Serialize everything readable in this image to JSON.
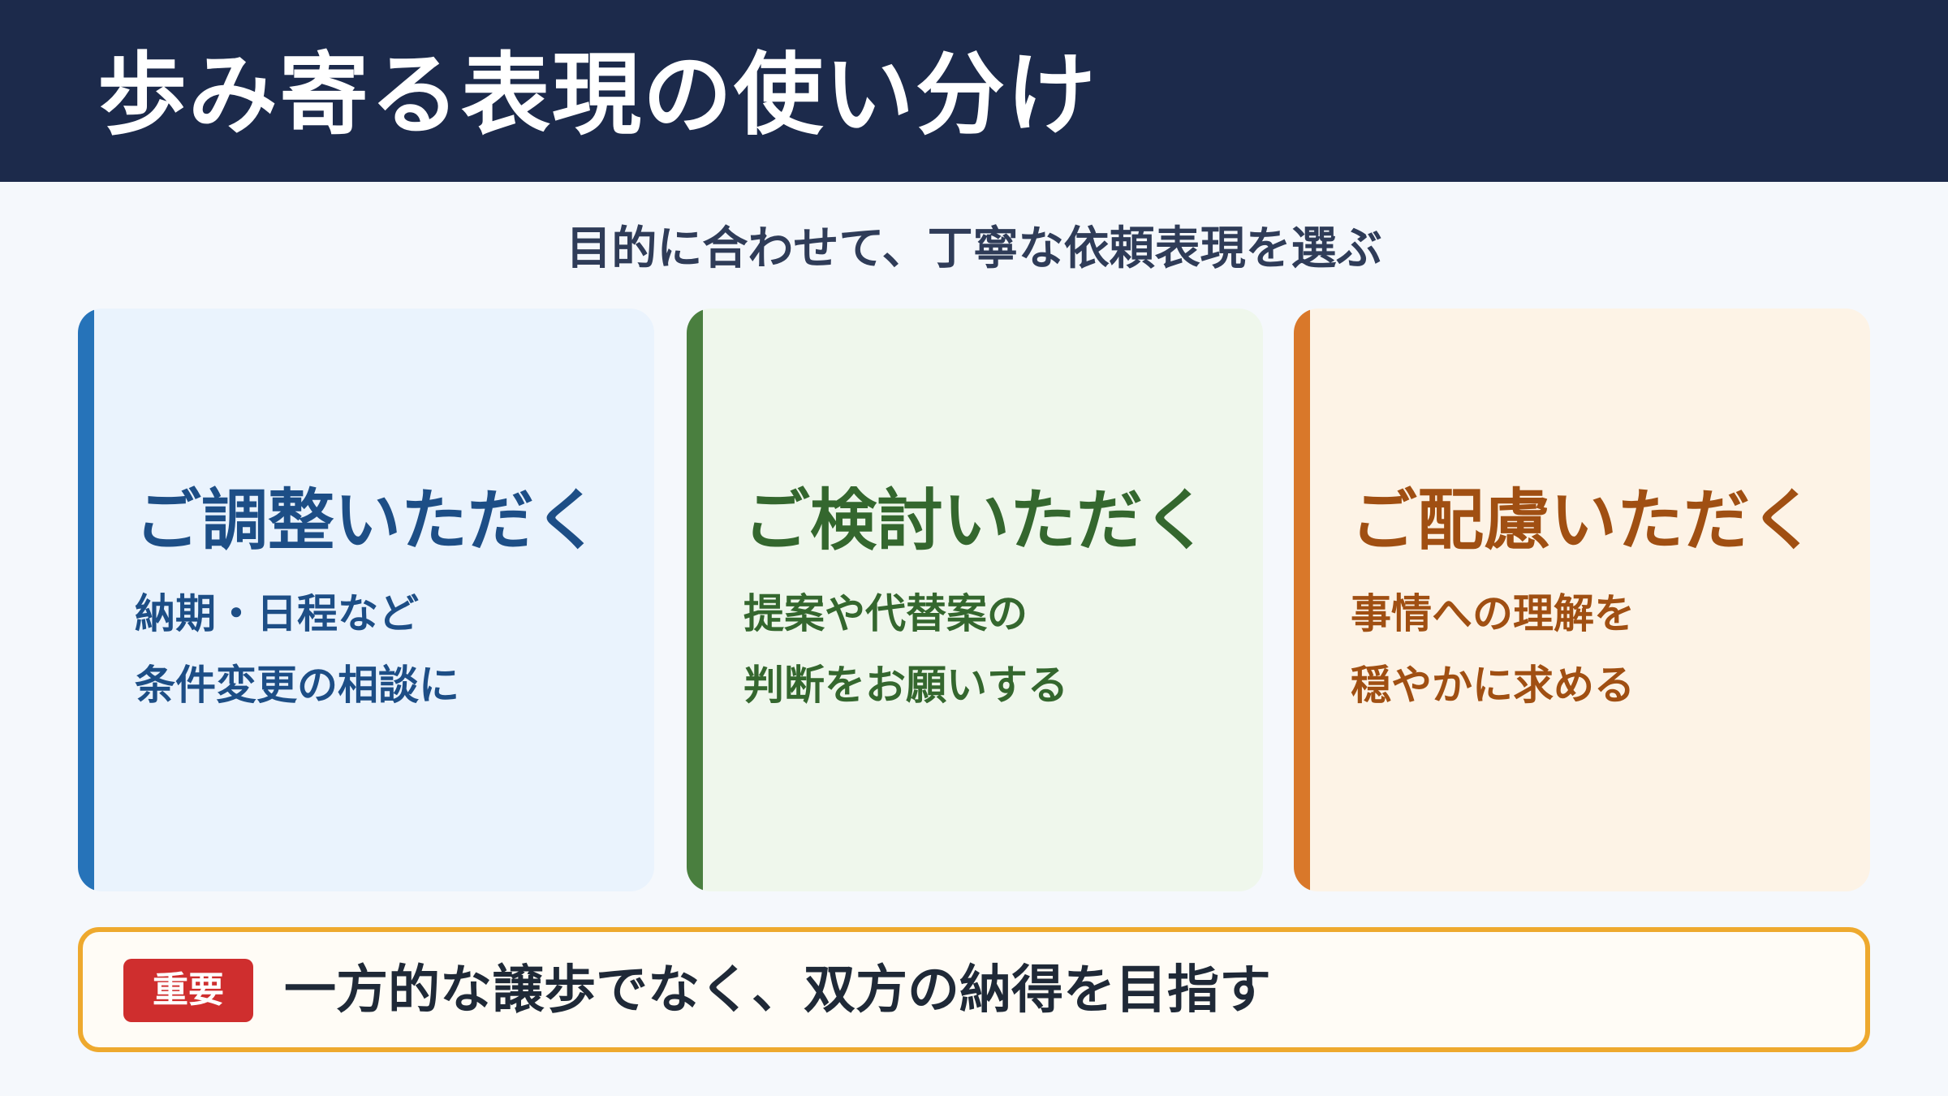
{
  "header": {
    "title": "歩み寄る表現の使い分け"
  },
  "subtitle": "目的に合わせて、丁寧な依頼表現を選ぶ",
  "cards": [
    {
      "heading": "ご調整いただく",
      "line1": "納期・日程など",
      "line2": "条件変更の相談に",
      "accent": "#2673b9"
    },
    {
      "heading": "ご検討いただく",
      "line1": "提案や代替案の",
      "line2": "判断をお願いする",
      "accent": "#4a7f3f"
    },
    {
      "heading": "ご配慮いただく",
      "line1": "事情への理解を",
      "line2": "穏やかに求める",
      "accent": "#d9782a"
    }
  ],
  "note": {
    "badge": "重要",
    "text": "一方的な譲歩でなく、双方の納得を目指す",
    "border_color": "#eea92e",
    "badge_color": "#cf2e2e"
  }
}
